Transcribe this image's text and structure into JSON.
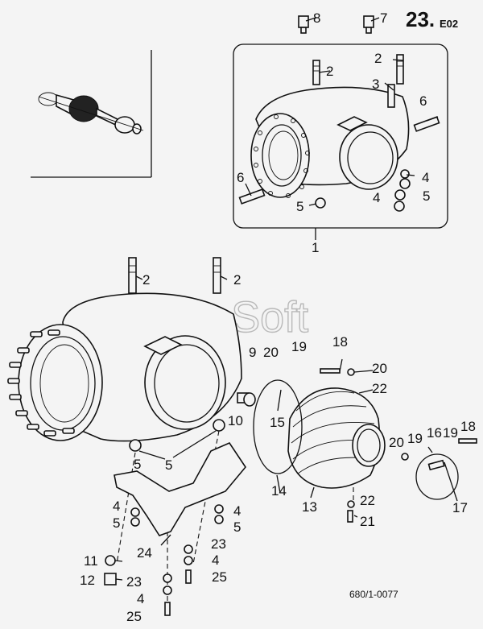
{
  "header": {
    "group_number": "23.",
    "group_suffix": "E02"
  },
  "footer": {
    "drawing_ref": "680/1-0077"
  },
  "watermark": "AutoSoft",
  "callouts": [
    {
      "id": "c8",
      "text": "8"
    },
    {
      "id": "c7",
      "text": "7"
    },
    {
      "id": "c2a",
      "text": "2"
    },
    {
      "id": "c2b",
      "text": "2"
    },
    {
      "id": "c3",
      "text": "3"
    },
    {
      "id": "c6a",
      "text": "6"
    },
    {
      "id": "c6b",
      "text": "6"
    },
    {
      "id": "c4a",
      "text": "4"
    },
    {
      "id": "c5a",
      "text": "5"
    },
    {
      "id": "c4b",
      "text": "4"
    },
    {
      "id": "c5b",
      "text": "5"
    },
    {
      "id": "c5c",
      "text": "5"
    },
    {
      "id": "c1",
      "text": "1"
    },
    {
      "id": "c2c",
      "text": "2"
    },
    {
      "id": "c2d",
      "text": "2"
    },
    {
      "id": "c9",
      "text": "9"
    },
    {
      "id": "c20a",
      "text": "20"
    },
    {
      "id": "c19a",
      "text": "19"
    },
    {
      "id": "c18a",
      "text": "18"
    },
    {
      "id": "c20b",
      "text": "20"
    },
    {
      "id": "c22a",
      "text": "22"
    },
    {
      "id": "c15",
      "text": "15"
    },
    {
      "id": "c10",
      "text": "10"
    },
    {
      "id": "c5d",
      "text": "5"
    },
    {
      "id": "c20c",
      "text": "20"
    },
    {
      "id": "c19b",
      "text": "19"
    },
    {
      "id": "c16",
      "text": "16"
    },
    {
      "id": "c19c",
      "text": "19"
    },
    {
      "id": "c18b",
      "text": "18"
    },
    {
      "id": "c14",
      "text": "14"
    },
    {
      "id": "c13",
      "text": "13"
    },
    {
      "id": "c22b",
      "text": "22"
    },
    {
      "id": "c21",
      "text": "21"
    },
    {
      "id": "c17",
      "text": "17"
    },
    {
      "id": "c4c",
      "text": "4"
    },
    {
      "id": "c5e",
      "text": "5"
    },
    {
      "id": "c4d",
      "text": "4"
    },
    {
      "id": "c5f",
      "text": "5"
    },
    {
      "id": "c24",
      "text": "24"
    },
    {
      "id": "c23a",
      "text": "23"
    },
    {
      "id": "c4e",
      "text": "4"
    },
    {
      "id": "c25a",
      "text": "25"
    },
    {
      "id": "c11",
      "text": "11"
    },
    {
      "id": "c12",
      "text": "12"
    },
    {
      "id": "c23b",
      "text": "23"
    },
    {
      "id": "c4f",
      "text": "4"
    },
    {
      "id": "c25b",
      "text": "25"
    }
  ]
}
